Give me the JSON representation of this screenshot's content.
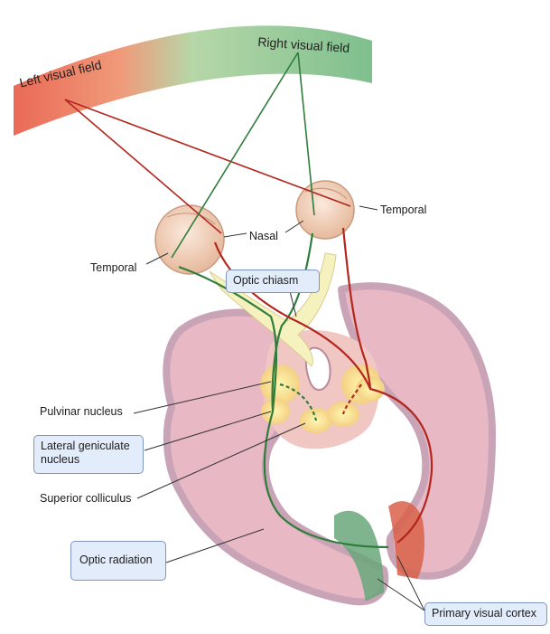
{
  "fields": {
    "left": "Left visual field",
    "right": "Right visual field"
  },
  "labels": {
    "temporal_right": "Temporal",
    "temporal_left": "Temporal",
    "nasal": "Nasal",
    "pulvinar": "Pulvinar nucleus",
    "superior_colliculus": "Superior colliculus"
  },
  "boxes": {
    "optic_chiasm": "Optic chiasm",
    "lgn_line1": "Lateral geniculate",
    "lgn_line2": "nucleus",
    "optic_radiation": "Optic radiation",
    "primary_visual_cortex": "Primary visual cortex"
  },
  "colors": {
    "left_field": "#e8826b",
    "right_field": "#8fc49a",
    "left_pathway": "#b3261e",
    "right_pathway": "#2f7d3a",
    "brain": "#e8b8c4",
    "cortex_edge": "#c9a3b6",
    "label_box": "#e3ecfa"
  }
}
